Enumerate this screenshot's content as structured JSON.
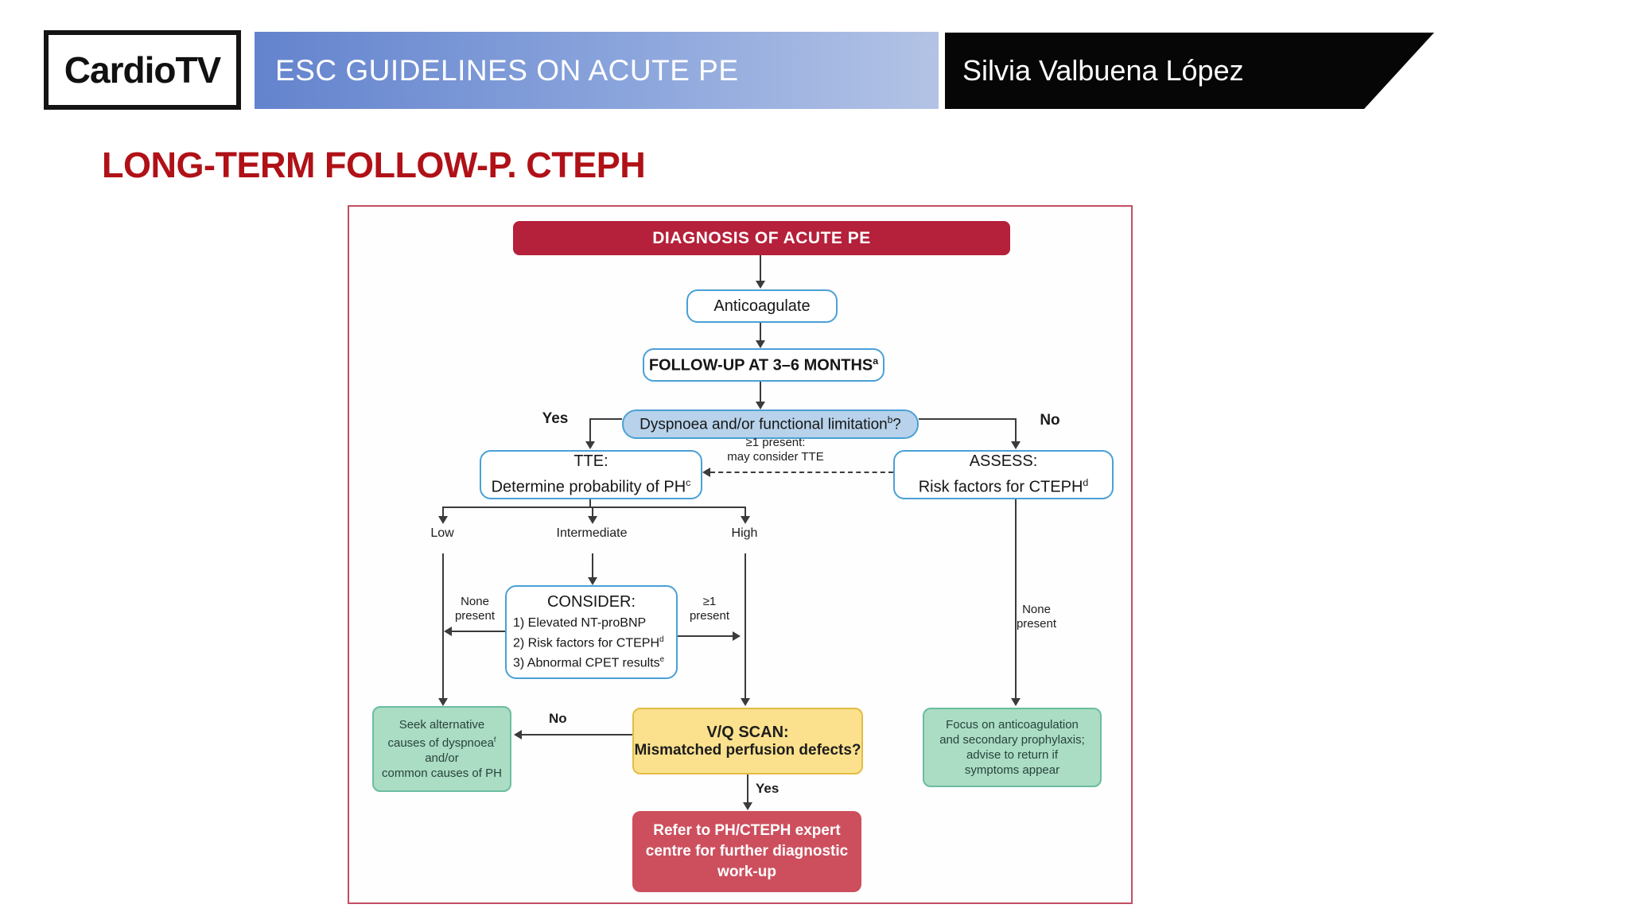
{
  "header": {
    "logo_text": "CardioTV",
    "banner_title": "ESC GUIDELINES ON ACUTE PE",
    "presenter": "Silvia Valbuena López"
  },
  "slide_title": "LONG-TERM FOLLOW-P. CTEPH",
  "colors": {
    "title_red": "#b01117",
    "diagnosis_red": "#b5203a",
    "blue_border": "#4aa0d6",
    "dyspnoea_fill": "#b7d2ea",
    "green_fill": "#abdcc4",
    "green_border": "#6cbda0",
    "yellow_fill": "#fbe18d",
    "yellow_border": "#e3bc45",
    "refer_fill": "#cd4f5e",
    "frame_border": "#c34f62",
    "banner_blue_start": "#6383cd",
    "banner_blue_end": "#b3c3e5",
    "banner_black": "#060606"
  },
  "flow": {
    "diagnosis": "DIAGNOSIS OF ACUTE PE",
    "anticoagulate": "Anticoagulate",
    "followup": {
      "text": "FOLLOW-UP AT 3–6 MONTHS",
      "sup": "a"
    },
    "dyspnoea": {
      "text": "Dyspnoea and/or functional limitation",
      "sup": "b",
      "suffix": "?"
    },
    "branch_yes": "Yes",
    "branch_no": "No",
    "tte": {
      "line1": "TTE:",
      "line2": "Determine probability of PH",
      "sup": "c"
    },
    "assess": {
      "line1": "ASSESS:",
      "line2": "Risk factors for CTEPH",
      "sup": "d"
    },
    "tte_note": {
      "line1": "≥1 present:",
      "line2": "may consider TTE"
    },
    "prob_low": "Low",
    "prob_intermediate": "Intermediate",
    "prob_high": "High",
    "none_present_left": {
      "line1": "None",
      "line2": "present"
    },
    "ge1_present_right": {
      "line1": "≥1",
      "line2": "present"
    },
    "none_present_far_right": {
      "line1": "None",
      "line2": "present"
    },
    "consider": {
      "title": "CONSIDER:",
      "item1": "1) Elevated NT-proBNP",
      "item2": "2) Risk factors for CTEPH",
      "item2_sup": "d",
      "item3": "3) Abnormal CPET results",
      "item3_sup": "e"
    },
    "seek": {
      "line1": "Seek alternative",
      "line2": "causes of dyspnoea",
      "line2_sup": "f",
      "line3": "and/or",
      "line4": "common causes of PH"
    },
    "vq": {
      "line1": "V/Q SCAN:",
      "line2": "Mismatched perfusion defects?"
    },
    "focus": {
      "line1": "Focus on anticoagulation",
      "line2": "and secondary prophylaxis;",
      "line3": "advise to return if",
      "line4": "symptoms appear"
    },
    "refer": {
      "line1": "Refer to PH/CTEPH expert",
      "line2": "centre for further diagnostic",
      "line3": "work-up"
    },
    "vq_no": "No",
    "vq_yes": "Yes"
  }
}
